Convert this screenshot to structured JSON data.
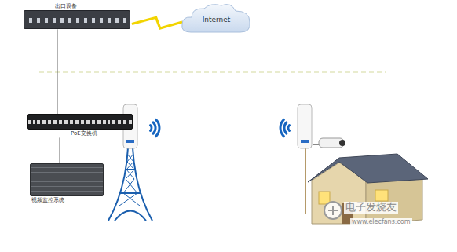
{
  "diagram": {
    "nodes": [
      {
        "text": [
          "出口设备"
        ]
      },
      {
        "text": [
          "Internet"
        ]
      },
      {
        "text": [
          "PoE交换机"
        ]
      },
      {
        "text": [
          "视频监控系统"
        ]
      }
    ],
    "edges": [
      {
        "from": 0,
        "to": 1,
        "arrow": "none"
      },
      {
        "from": 0,
        "to": 2,
        "arrow": "none"
      },
      {
        "from": 2,
        "to": 3,
        "arrow": "none"
      }
    ],
    "labels": [
      "电子发烧友",
      "www.elecfans.com"
    ]
  }
}
